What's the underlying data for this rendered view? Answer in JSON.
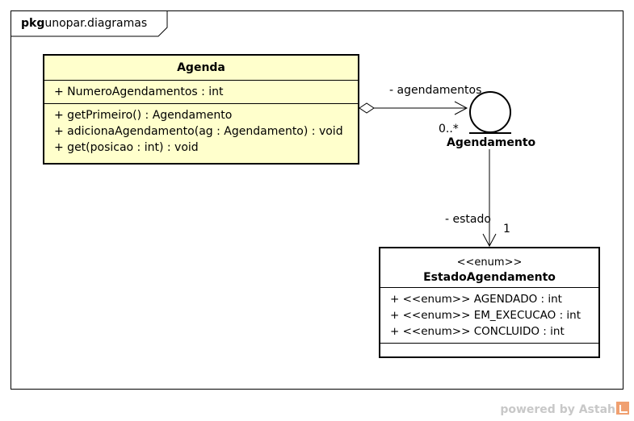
{
  "package": {
    "keyword": "pkg",
    "name": "unopar.diagramas"
  },
  "agenda": {
    "name": "Agenda",
    "attributes": [
      "+ NumeroAgendamentos : int"
    ],
    "operations": [
      "+ getPrimeiro() : Agendamento",
      "+ adicionaAgendamento(ag : Agendamento) : void",
      "+ get(posicao : int) : void"
    ]
  },
  "agendamento": {
    "name": "Agendamento",
    "icon": "entity-icon"
  },
  "association1": {
    "role": "- agendamentos",
    "multiplicity": "0..*"
  },
  "association2": {
    "role": "- estado",
    "multiplicity": "1"
  },
  "estado": {
    "stereotype": "<<enum>>",
    "name": "EstadoAgendamento",
    "literals": [
      "+ <<enum>> AGENDADO : int",
      "+ <<enum>> EM_EXECUCAO : int",
      "+ <<enum>> CONCLUIDO : int"
    ]
  },
  "footer": {
    "text": "powered by Astah"
  }
}
